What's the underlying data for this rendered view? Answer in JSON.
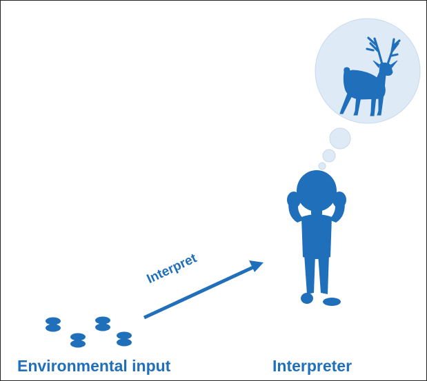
{
  "captions": {
    "environment": "Environmental input",
    "interpreter": "Interpreter"
  },
  "arrow": {
    "label": "Interpret"
  },
  "icons": {
    "tracks": "hoofprint-icon",
    "person": "person-thinking-icon",
    "thought": "thought-bubble-icon",
    "deer": "deer-icon"
  },
  "colors": {
    "primary": "#1f6fba",
    "bubble_fill": "#deebf7",
    "bubble_stroke": "#c5d9ee"
  }
}
